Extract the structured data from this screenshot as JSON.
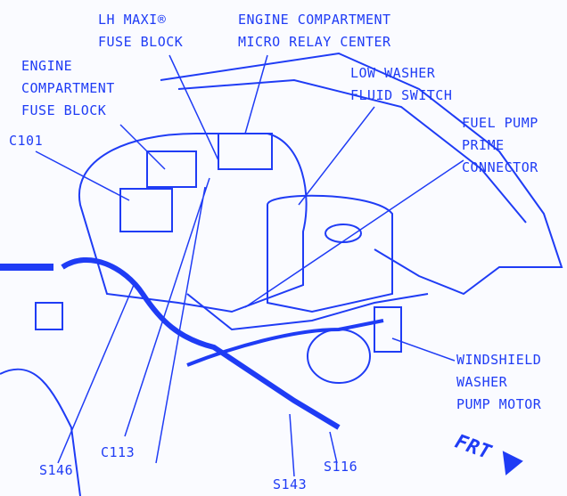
{
  "labels": {
    "lh_maxi_1": "LH MAXI®",
    "lh_maxi_2": "FUSE BLOCK",
    "micro_relay_1": "ENGINE COMPARTMENT",
    "micro_relay_2": "MICRO RELAY CENTER",
    "ec_fuse_1": "ENGINE",
    "ec_fuse_2": "COMPARTMENT",
    "ec_fuse_3": "FUSE BLOCK",
    "c101": "C101",
    "low_washer_1": "LOW WASHER",
    "low_washer_2": "FLUID SWITCH",
    "fuel_pump_1": "FUEL PUMP",
    "fuel_pump_2": "PRIME",
    "fuel_pump_3": "CONNECTOR",
    "washer_motor_1": "WINDSHIELD",
    "washer_motor_2": "WASHER",
    "washer_motor_3": "PUMP MOTOR",
    "c113": "C113",
    "s146": "S146",
    "s143": "S143",
    "s116": "S116",
    "frt": "FRT"
  },
  "colors": {
    "ink": "#1f3cf5",
    "background": "#fafbff"
  }
}
